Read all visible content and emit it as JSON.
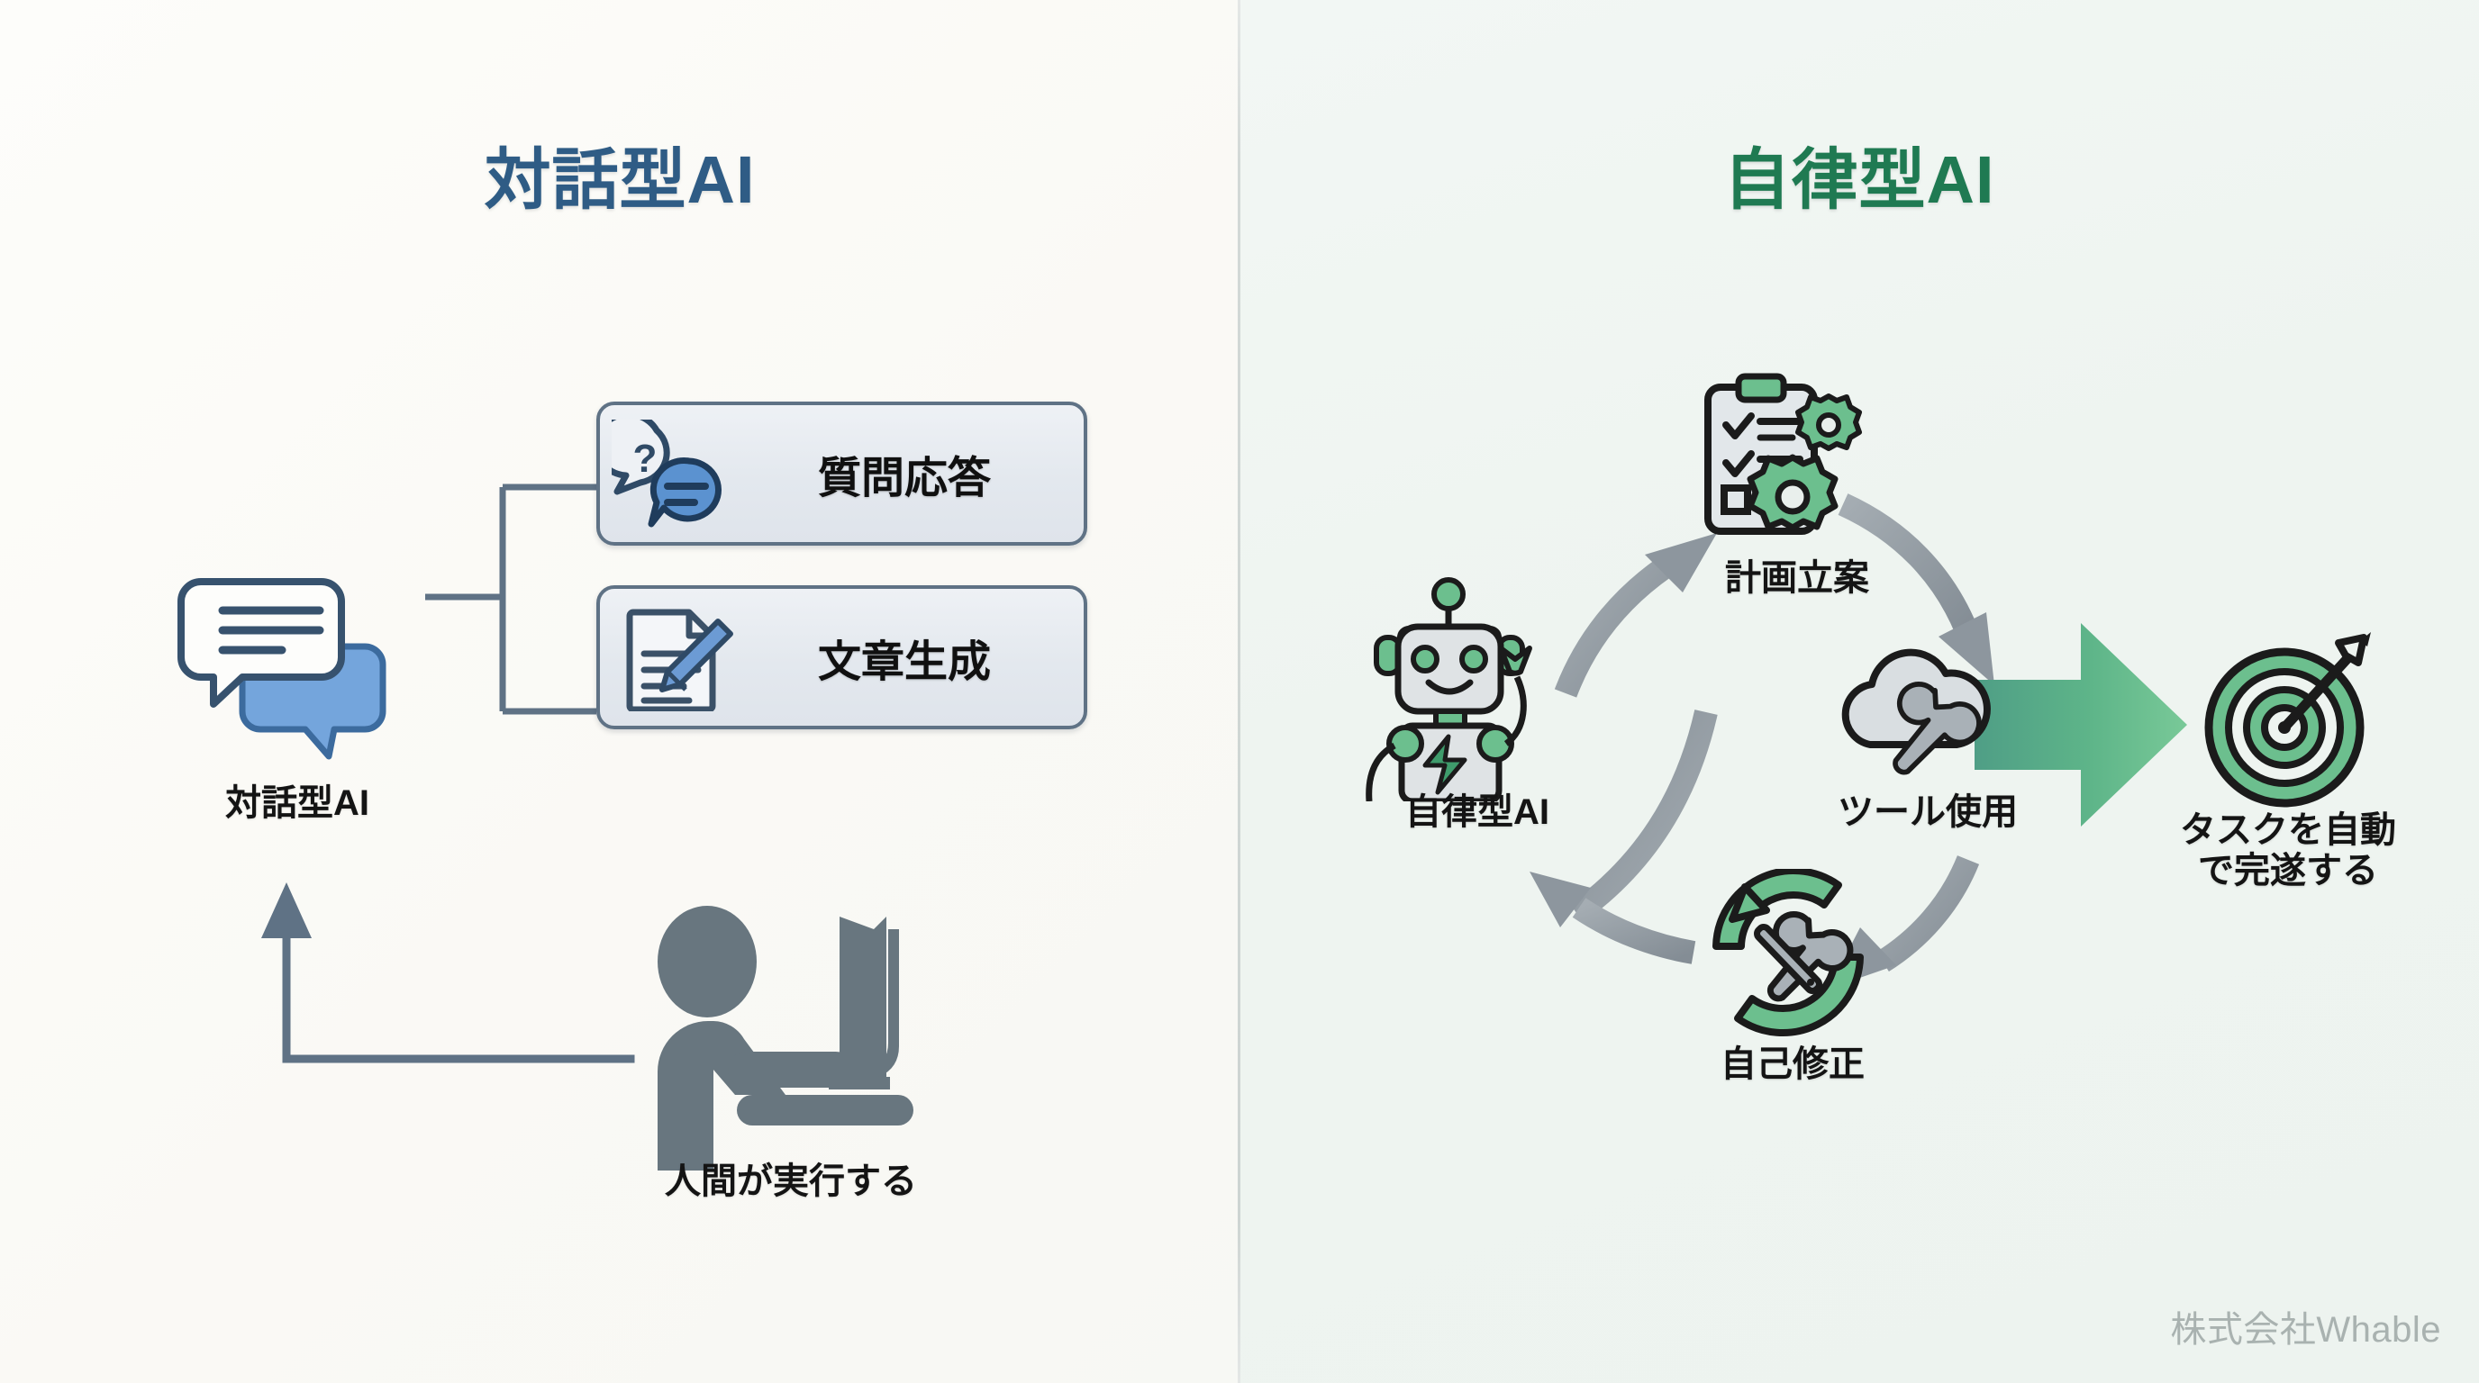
{
  "panels": {
    "left": {
      "title": "対話型AI",
      "title_color": "#2f5c85",
      "hub_label": "対話型AI",
      "actor_label": "人間が実行する",
      "features": [
        {
          "label": "質問応答",
          "icon": "speech-bubbles-question-icon"
        },
        {
          "label": "文章生成",
          "icon": "document-pen-icon"
        }
      ]
    },
    "right": {
      "title": "自律型AI",
      "title_color": "#1f7a52",
      "hub_label": "自律型AI",
      "cycle_steps": [
        {
          "label": "計画立案",
          "icon": "clipboard-gears-icon"
        },
        {
          "label": "ツール使用",
          "icon": "cloud-wrench-icon"
        },
        {
          "label": "自己修正",
          "icon": "refresh-tools-icon"
        }
      ],
      "outcome_label": "タスクを自動\nで完遂する",
      "outcome_icon": "target-arrow-icon"
    }
  },
  "footer": {
    "watermark": "株式会社Whable"
  },
  "colors": {
    "left_accent": "#2f5c85",
    "right_accent": "#1f7a52",
    "left_panel_bg": "#fbfaf6",
    "right_panel_bg": "#eef4f0",
    "card_border": "#5f7285",
    "arrow_gray": "#8d969e",
    "green_arrow": "#6cbf8e",
    "icon_blue": "#5b92d0",
    "icon_slate": "#5f7285"
  }
}
